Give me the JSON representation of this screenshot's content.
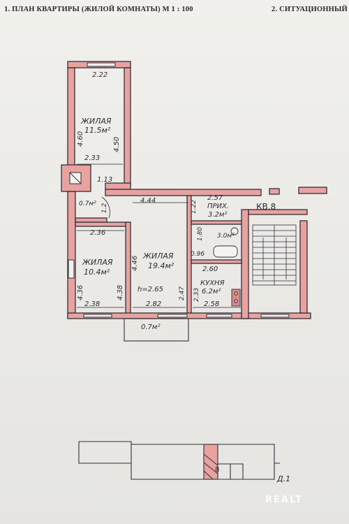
{
  "header": {
    "left": "1. ПЛАН КВАРТИРЫ (ЖИЛОЙ КОМНАТЫ) М 1 : 100",
    "right": "2. СИТУАЦИОННЫЙ"
  },
  "plan": {
    "apartment": "КВ.8",
    "rooms": {
      "top_room": {
        "name": "ЖИЛАЯ",
        "area": "11.5м²"
      },
      "left_room": {
        "name": "ЖИЛАЯ",
        "area": "10.4м²"
      },
      "middle_room": {
        "name": "ЖИЛАЯ",
        "area": "19.4м²"
      },
      "hall": {
        "name": "ПРИХ.",
        "area": "3.2м²"
      },
      "bath": {
        "area": "3.0м²"
      },
      "kitchen": {
        "name": "КУХНЯ",
        "area": "6.2м²"
      },
      "closet": {
        "area": "0.7м²"
      },
      "balcony": {
        "area": "0.7м²"
      }
    },
    "dims": {
      "top_width": "2.22",
      "top_height": "4.60",
      "top_inner_width": "2.33",
      "top_right_height": "4.50",
      "corridor_width": "1.13",
      "corridor_length": "4.44",
      "closet_h": "1.2",
      "left_top_width": "2.36",
      "left_height": "4.36",
      "left_inner_height": "4.38",
      "left_bottom_width": "2.38",
      "middle_height": "4.46",
      "ceiling_height": "h=2.65",
      "middle_bottom_width": "2.82",
      "middle_right_height": "2.47",
      "hall_width": "2.57",
      "hall_height": "1.22",
      "bath_height": "1.80",
      "bath_width": "0.96",
      "kitchen_top_width": "2.60",
      "kitchen_height": "2.33",
      "kitchen_bottom_width": "2.58"
    }
  },
  "situation": {
    "stair_number": "8",
    "sheet_ref": "Д.1"
  },
  "watermark": {
    "brand": "REALT"
  },
  "colors": {
    "wall_fill": "#e8a3a0",
    "wall_stroke": "#2f2f3a",
    "ink": "#2b2b35"
  }
}
